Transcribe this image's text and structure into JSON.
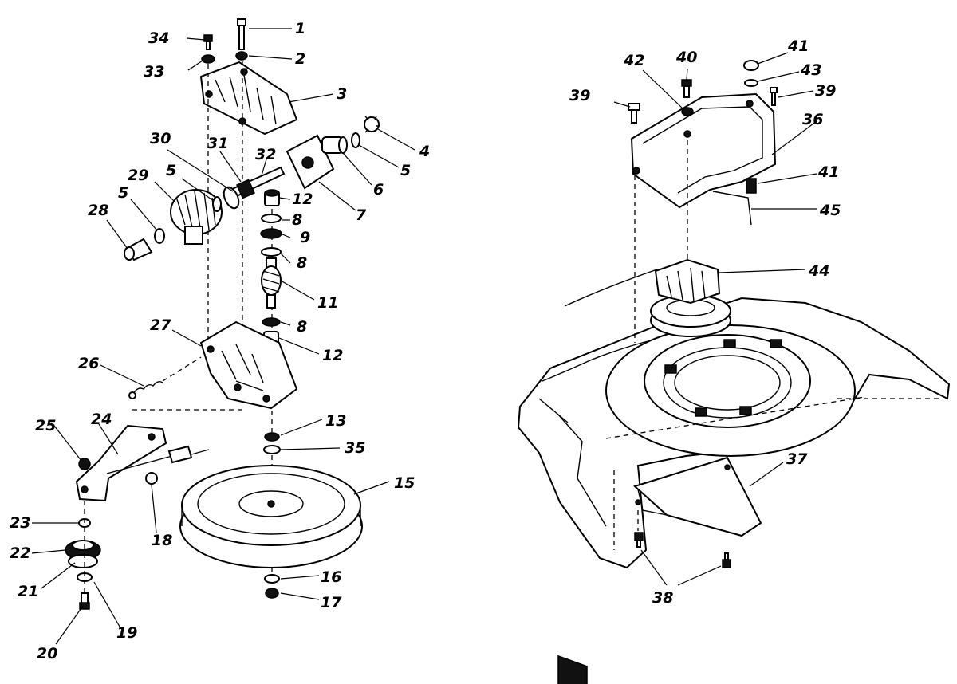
{
  "labels": {
    "p1": "1",
    "p2": "2",
    "p3": "3",
    "p4": "4",
    "p5a": "5",
    "p5b": "5",
    "p5c": "5",
    "p6": "6",
    "p7": "7",
    "p8a": "8",
    "p8b": "8",
    "p8c": "8",
    "p9": "9",
    "p11": "11",
    "p12a": "12",
    "p12b": "12",
    "p13": "13",
    "p15": "15",
    "p16": "16",
    "p17": "17",
    "p18": "18",
    "p19": "19",
    "p20": "20",
    "p21": "21",
    "p22": "22",
    "p23": "23",
    "p24": "24",
    "p25": "25",
    "p26": "26",
    "p27": "27",
    "p28": "28",
    "p29": "29",
    "p30": "30",
    "p31": "31",
    "p32": "32",
    "p33": "33",
    "p34": "34",
    "p35": "35",
    "p36": "36",
    "p37": "37",
    "p38": "38",
    "p39a": "39",
    "p39b": "39",
    "p40": "40",
    "p41a": "41",
    "p41b": "41",
    "p42": "42",
    "p43": "43",
    "p44": "44",
    "p45": "45"
  }
}
